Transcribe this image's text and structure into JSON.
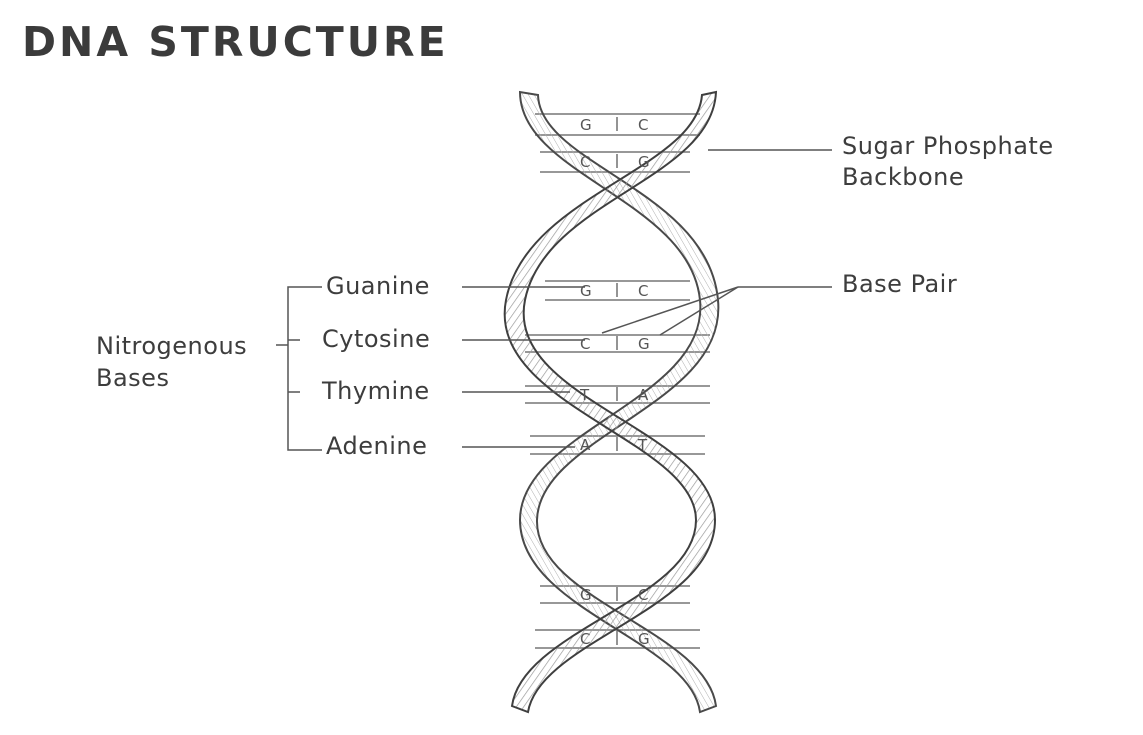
{
  "title": "DNA STRUCTURE",
  "labels": {
    "backbone_line1": "Sugar Phosphate",
    "backbone_line2": "Backbone",
    "base_pair": "Base Pair",
    "group_line1": "Nitrogenous",
    "group_line2": "Bases"
  },
  "bases": [
    "Guanine",
    "Cytosine",
    "Thymine",
    "Adenine"
  ],
  "rungs": [
    {
      "left": "G",
      "right": "C"
    },
    {
      "left": "C",
      "right": "G"
    },
    {
      "left": "G",
      "right": "C"
    },
    {
      "left": "C",
      "right": "G"
    },
    {
      "left": "T",
      "right": "A"
    },
    {
      "left": "A",
      "right": "T"
    },
    {
      "left": "G",
      "right": "C"
    },
    {
      "left": "C",
      "right": "G"
    }
  ],
  "colors": {
    "ink": "#3a3a3a",
    "shade": "#8a8a8a",
    "paper": "#ffffff"
  }
}
